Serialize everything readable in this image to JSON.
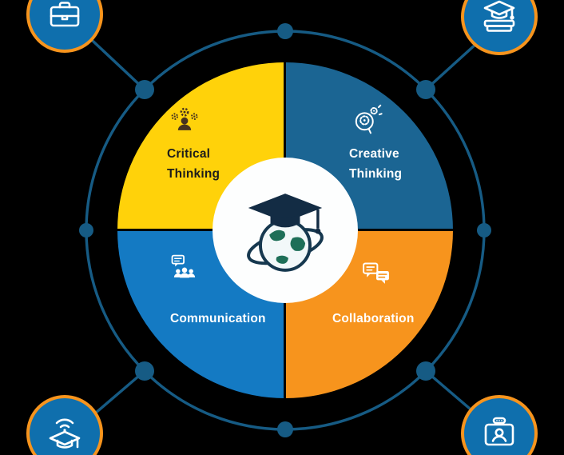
{
  "background_color": "#000000",
  "wheel": {
    "quadrants": [
      {
        "name": "critical-thinking",
        "label": "Critical Thinking",
        "color": "#FFD20A",
        "text_color": "#1D1D1B",
        "icon": "person-gears-icon"
      },
      {
        "name": "creative-thinking",
        "label": "Creative Thinking",
        "color": "#1B6593",
        "text_color": "#FFFFFF",
        "icon": "head-gears-icon"
      },
      {
        "name": "communication",
        "label": "Communication",
        "color": "#147AC3",
        "text_color": "#FFFFFF",
        "icon": "group-chat-icon"
      },
      {
        "name": "collaboration",
        "label": "Collaboration",
        "color": "#F7941D",
        "text_color": "#FFFFFF",
        "icon": "speech-bubbles-icon"
      }
    ],
    "hub": {
      "background": "#FDFEFE",
      "icon": "graduation-cap-globe-icon"
    }
  },
  "ring": {
    "color": "#165B84"
  },
  "satellites": {
    "fill": "#0F6FAD",
    "border_color": "#F7941D",
    "items": [
      {
        "position": "top-left",
        "icon": "briefcase-graduation-icon"
      },
      {
        "position": "top-right",
        "icon": "books-graduation-icon"
      },
      {
        "position": "bottom-left",
        "icon": "online-learning-graduation-icon"
      },
      {
        "position": "bottom-right",
        "icon": "video-call-icon"
      }
    ]
  }
}
